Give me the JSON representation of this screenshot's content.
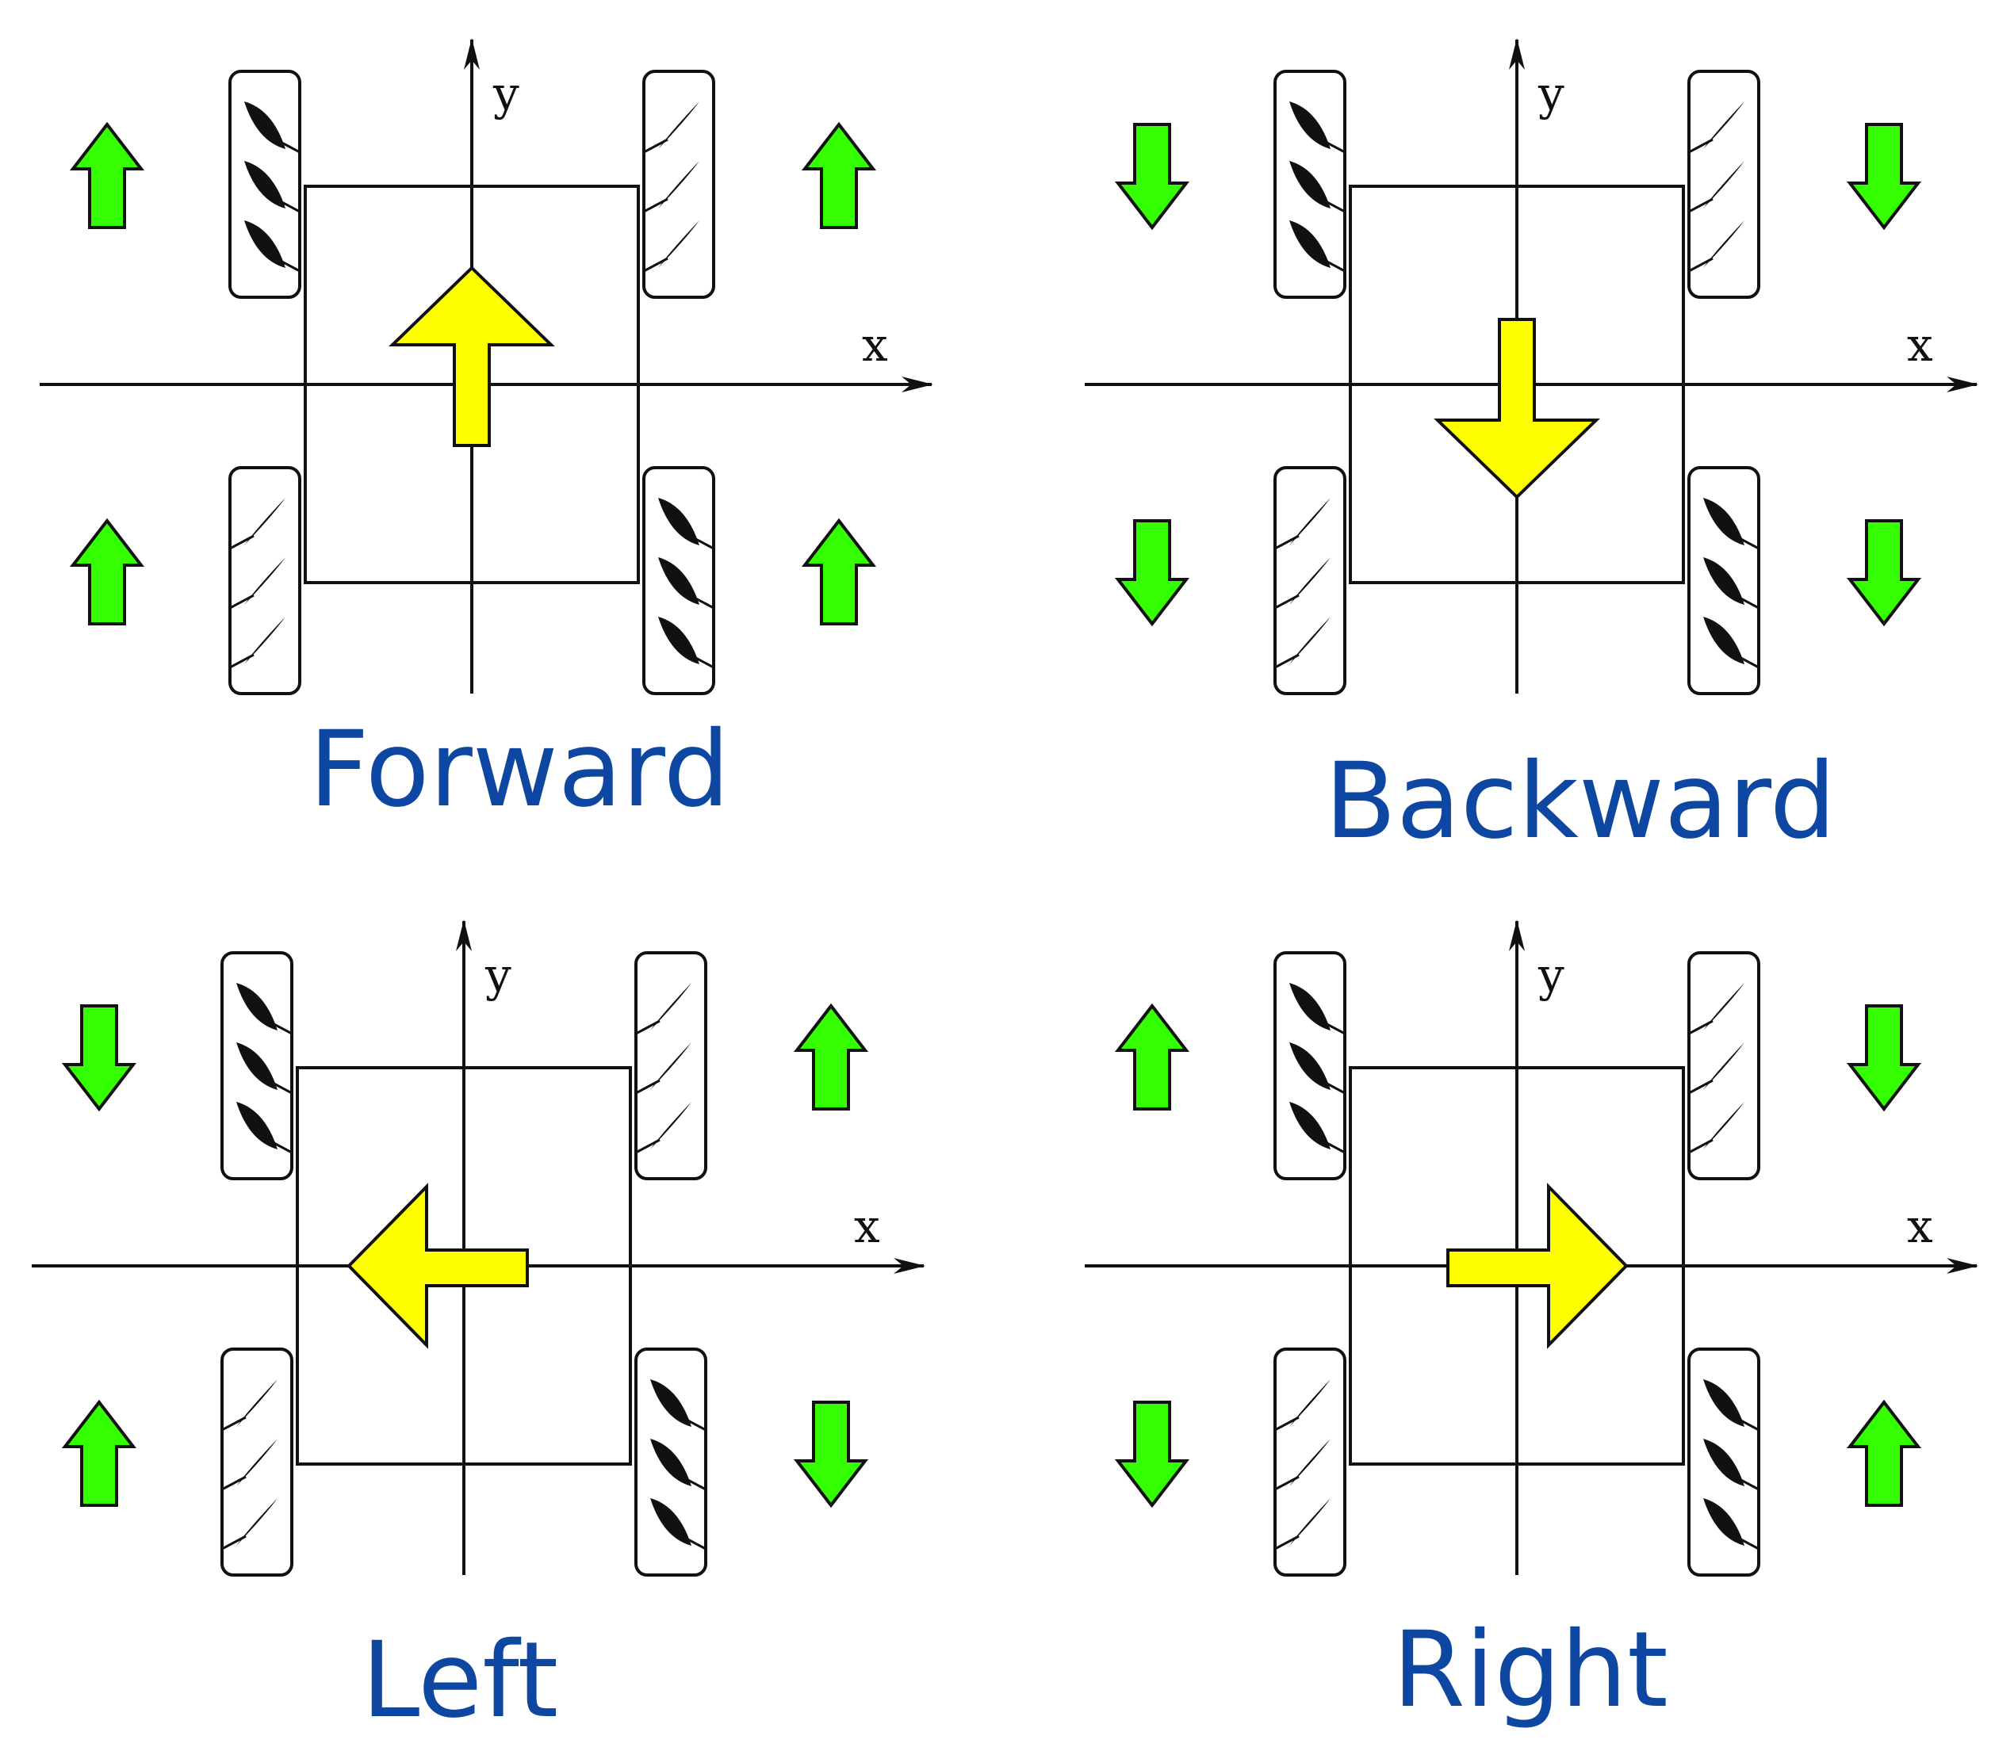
{
  "colors": {
    "label": "#0d47a1",
    "wheel_arrow": "#33ff00",
    "motion_arrow": "#ffff00",
    "line": "#111111"
  },
  "axes": {
    "x_label": "x",
    "y_label": "y"
  },
  "panels": [
    {
      "label": "Forward",
      "motion": "up",
      "wheels": {
        "front_left": "up",
        "front_right": "up",
        "rear_left": "up",
        "rear_right": "up"
      }
    },
    {
      "label": "Backward",
      "motion": "down",
      "wheels": {
        "front_left": "down",
        "front_right": "down",
        "rear_left": "down",
        "rear_right": "down"
      }
    },
    {
      "label": "Left",
      "motion": "left",
      "wheels": {
        "front_left": "down",
        "front_right": "up",
        "rear_left": "up",
        "rear_right": "down"
      }
    },
    {
      "label": "Right",
      "motion": "right",
      "wheels": {
        "front_left": "up",
        "front_right": "down",
        "rear_left": "down",
        "rear_right": "up"
      }
    }
  ]
}
